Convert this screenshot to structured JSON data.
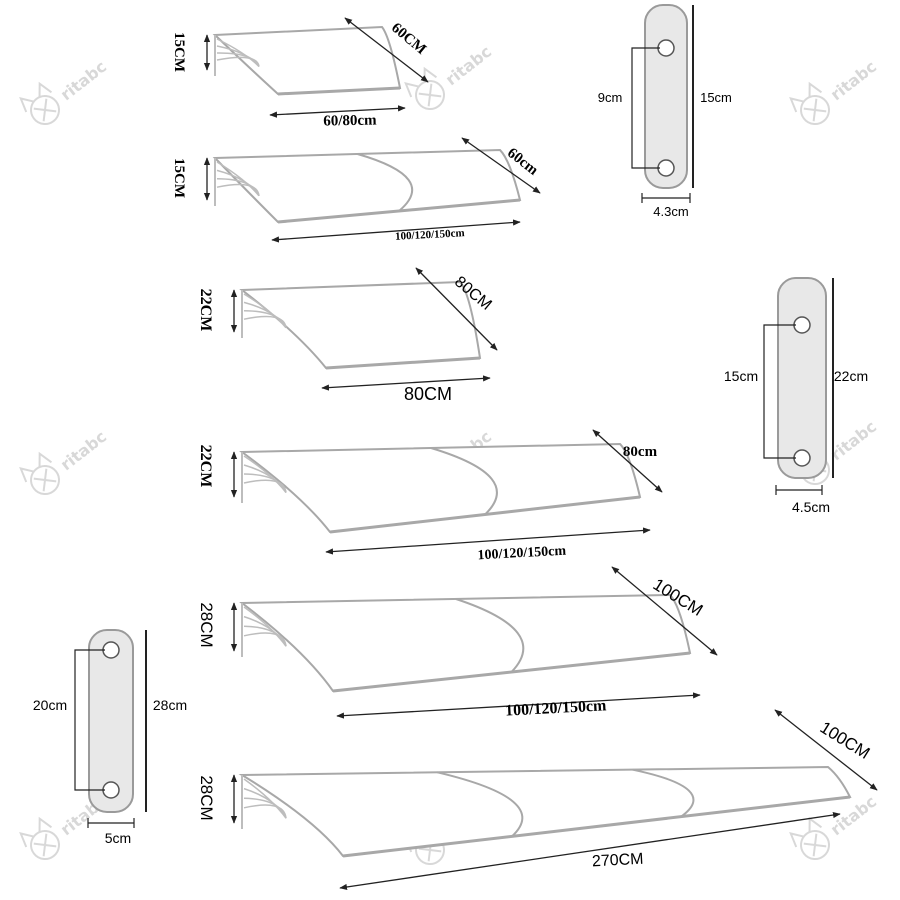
{
  "colors": {
    "line": "#222222",
    "panel_outline": "#a8a8a8",
    "panel_fill": "#ffffff",
    "bracket_fill": "#e8e8e8",
    "bracket_stroke": "#9a9a9a",
    "hole_fill": "#ffffff",
    "watermark": "#b9b9b9"
  },
  "watermark": {
    "text": "ritabc",
    "partial_text": "bc"
  },
  "canopies": [
    {
      "id": "1",
      "height_label": "15CM",
      "depth_label": "60CM",
      "width_label": "60/80cm",
      "panels": 1
    },
    {
      "id": "2",
      "height_label": "15CM",
      "depth_label": "60cm",
      "width_label": "100/120/150cm",
      "panels": 2
    },
    {
      "id": "3",
      "height_label": "22CM",
      "depth_label": "80CM",
      "width_label": "80CM",
      "panels": 1
    },
    {
      "id": "4",
      "height_label": "22CM",
      "depth_label": "80cm",
      "width_label": "100/120/150cm",
      "panels": 2
    },
    {
      "id": "5",
      "height_label": "28CM",
      "depth_label": "100CM",
      "width_label": "100/120/150cm",
      "panels": 2
    },
    {
      "id": "6",
      "height_label": "28CM",
      "depth_label": "100CM",
      "width_label": "270CM",
      "panels": 3
    }
  ],
  "brackets": [
    {
      "id": "a",
      "hole_spacing_label": "9cm",
      "height_label": "15cm",
      "width_label": "4.3cm"
    },
    {
      "id": "b",
      "hole_spacing_label": "15cm",
      "height_label": "22cm",
      "width_label": "4.5cm"
    },
    {
      "id": "c",
      "hole_spacing_label": "20cm",
      "height_label": "28cm",
      "width_label": "5cm"
    }
  ]
}
